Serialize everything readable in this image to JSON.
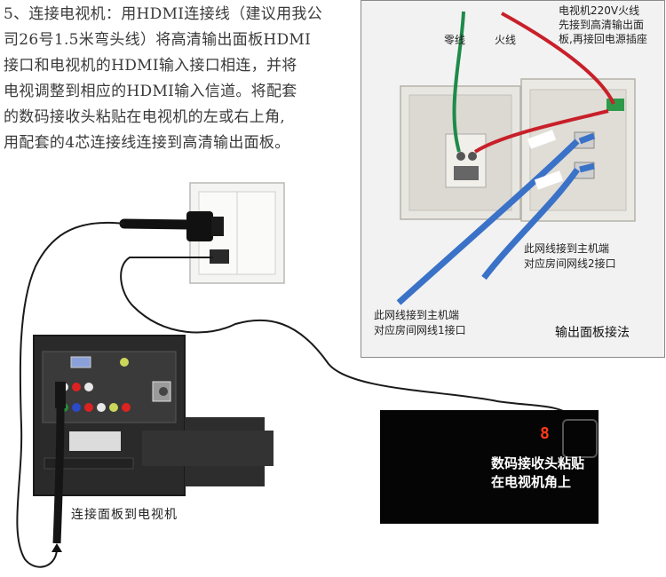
{
  "instructions": {
    "lines": [
      "5、连接电视机：用HDMI连接线（建议用我公",
      "司26号1.5米弯头线）将高清输出面板HDMI",
      "接口和电视机的HDMI输入接口相连，并将",
      "电视调整到相应的HDMI输入信道。将配套",
      "的数码接收头粘贴在电视机的左或右上角,",
      "用配套的4芯连接线连接到高清输出面板。"
    ]
  },
  "panel": {
    "neutral_label": "零线",
    "live_label": "火线",
    "live_note": [
      "电视机220V火线",
      "先接到高清输出面",
      "板,再接回电源插座"
    ],
    "cable2_note": [
      "此网线接到主机端",
      "对应房间网线2接口"
    ],
    "cable1_note": [
      "此网线接到主机端",
      "对应房间网线1接口"
    ],
    "caption": "输出面板接法"
  },
  "tv": {
    "caption": "连接面板到电视机"
  },
  "receiver": {
    "digit": "8",
    "text_lines": [
      "数码接收头粘贴",
      "在电视机角上"
    ]
  },
  "colors": {
    "neutral_wire": "#1e8a4a",
    "live_wire": "#c8202a",
    "network_cable": "#3a72c8"
  }
}
